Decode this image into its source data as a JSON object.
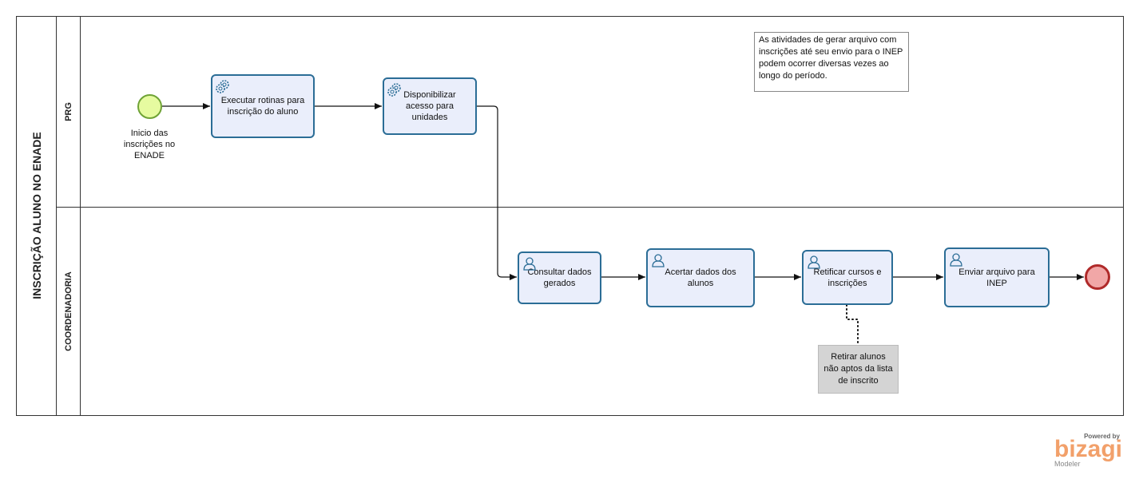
{
  "pool": {
    "title": "INSCRIÇÃO ALUNO NO ENADE"
  },
  "lanes": {
    "prg": "PRG",
    "coordenadoria": "COORDENADORIA"
  },
  "start_event": {
    "label": "Inicio das inscrições no ENADE"
  },
  "tasks": {
    "executar": {
      "label": "Executar rotinas para inscrição do aluno",
      "type": "service"
    },
    "disponibilizar": {
      "label": "Disponibilizar acesso para unidades",
      "type": "service"
    },
    "consultar": {
      "label": "Consultar dados gerados",
      "type": "user"
    },
    "acertar": {
      "label": "Acertar dados dos alunos",
      "type": "user"
    },
    "retificar": {
      "label": "Retificar cursos e inscrições",
      "type": "user"
    },
    "enviar": {
      "label": "Enviar arquivo para INEP",
      "type": "user"
    }
  },
  "note": {
    "text": "As atividades de gerar arquivo com inscrições até seu envio para o INEP podem ocorrer diversas vezes ao longo do período."
  },
  "annotation": {
    "text": "Retirar alunos não aptos da lista de inscrito"
  },
  "branding": {
    "powered": "Powered by",
    "brand": "bizagi",
    "product": "Modeler"
  },
  "colors": {
    "task_fill": "#eaeefb",
    "task_border": "#2b6d96",
    "start_fill": "#e6fba0",
    "end_fill": "#f1a7a7",
    "end_border": "#b02a2a"
  }
}
